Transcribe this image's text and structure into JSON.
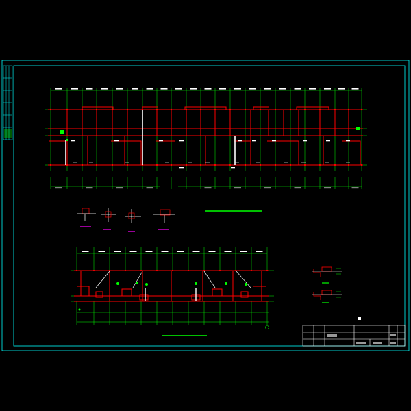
{
  "drawing": {
    "background": "#000000",
    "colors": {
      "frame": "#00ffff",
      "grid": "#00ff00",
      "wall": "#ff0000",
      "detail_mark": "#ff00ff",
      "text": "#ffffff",
      "outline": "#ffffff"
    },
    "panels": [
      {
        "id": "upper-floor-plan",
        "type": "floor-plan"
      },
      {
        "id": "node-details",
        "type": "detail-row",
        "count": 4
      },
      {
        "id": "lower-floor-plan",
        "type": "floor-plan"
      },
      {
        "id": "section-details",
        "type": "detail-column",
        "count": 2
      }
    ],
    "title_block": {
      "present": true
    }
  }
}
